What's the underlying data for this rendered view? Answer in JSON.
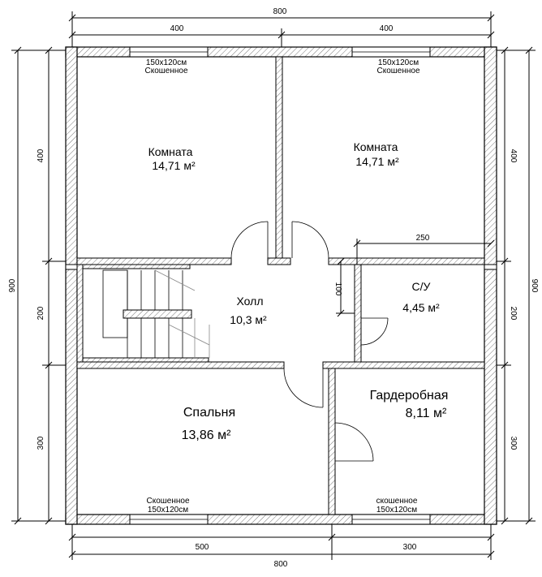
{
  "rooms": {
    "room1": {
      "name": "Комната",
      "area": "14,71 м²",
      "window": "150x120см",
      "window_note": "Скошенное"
    },
    "room2": {
      "name": "Комната",
      "area": "14,71 м²",
      "window": "150x120см",
      "window_note": "Скошенное"
    },
    "hall": {
      "name": "Холл",
      "area": "10,3 м²"
    },
    "bath": {
      "name": "С/У",
      "area": "4,45 м²"
    },
    "bedroom": {
      "name": "Спальня",
      "area": "13,86 м²",
      "window_note": "Скошенное",
      "window": "150x120см"
    },
    "wardrobe": {
      "name": "Гардеробная",
      "area": "8,11 м²",
      "window_note": "скошенное",
      "window": "150x120см"
    }
  },
  "dims": {
    "top_total": "800",
    "top_left": "400",
    "top_right": "400",
    "bottom_left": "500",
    "bottom_right": "300",
    "bottom_total": "800",
    "left_top": "400",
    "left_mid": "200",
    "left_bottom": "300",
    "left_total": "900",
    "right_top": "400",
    "right_mid": "200",
    "right_bottom": "300",
    "right_total": "900",
    "bath_width": "250",
    "hall_niche": "100"
  }
}
